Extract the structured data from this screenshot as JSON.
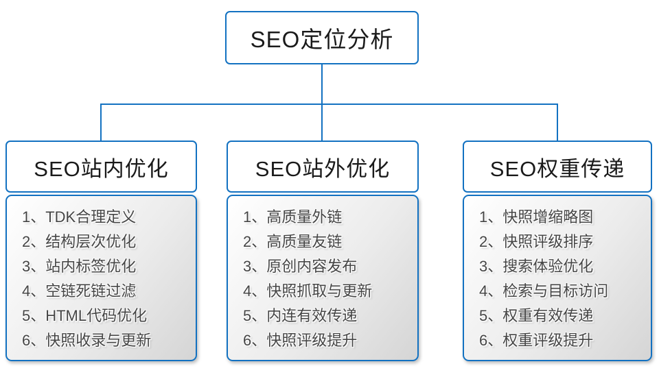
{
  "diagram_title": "SEO定位分析",
  "root": {
    "title": "SEO定位分析"
  },
  "columns": [
    {
      "title": "SEO站内优化",
      "items": [
        "1、TDK合理定义",
        "2、结构层次优化",
        "3、站内标签优化",
        "4、空链死链过滤",
        "5、HTML代码优化",
        "6、快照收录与更新"
      ]
    },
    {
      "title": "SEO站外优化",
      "items": [
        "1、高质量外链",
        "2、高质量友链",
        "3、原创内容发布",
        "4、快照抓取与更新",
        "5、内连有效传递",
        "6、快照评级提升"
      ]
    },
    {
      "title": "SEO权重传递",
      "items": [
        "1、快照增缩略图",
        "2、快照评级排序",
        "3、搜索体验优化",
        "4、检索与目标访问",
        "5、权重有效传递",
        "6、权重评级提升"
      ]
    }
  ],
  "colors": {
    "accent": "#1271c1",
    "heading_text": "#1a1a1a",
    "list_text": "#454545",
    "list_bg_top": "#ffffff",
    "list_bg_mid": "#ececec",
    "list_bg_bottom": "#d5d5d5"
  }
}
